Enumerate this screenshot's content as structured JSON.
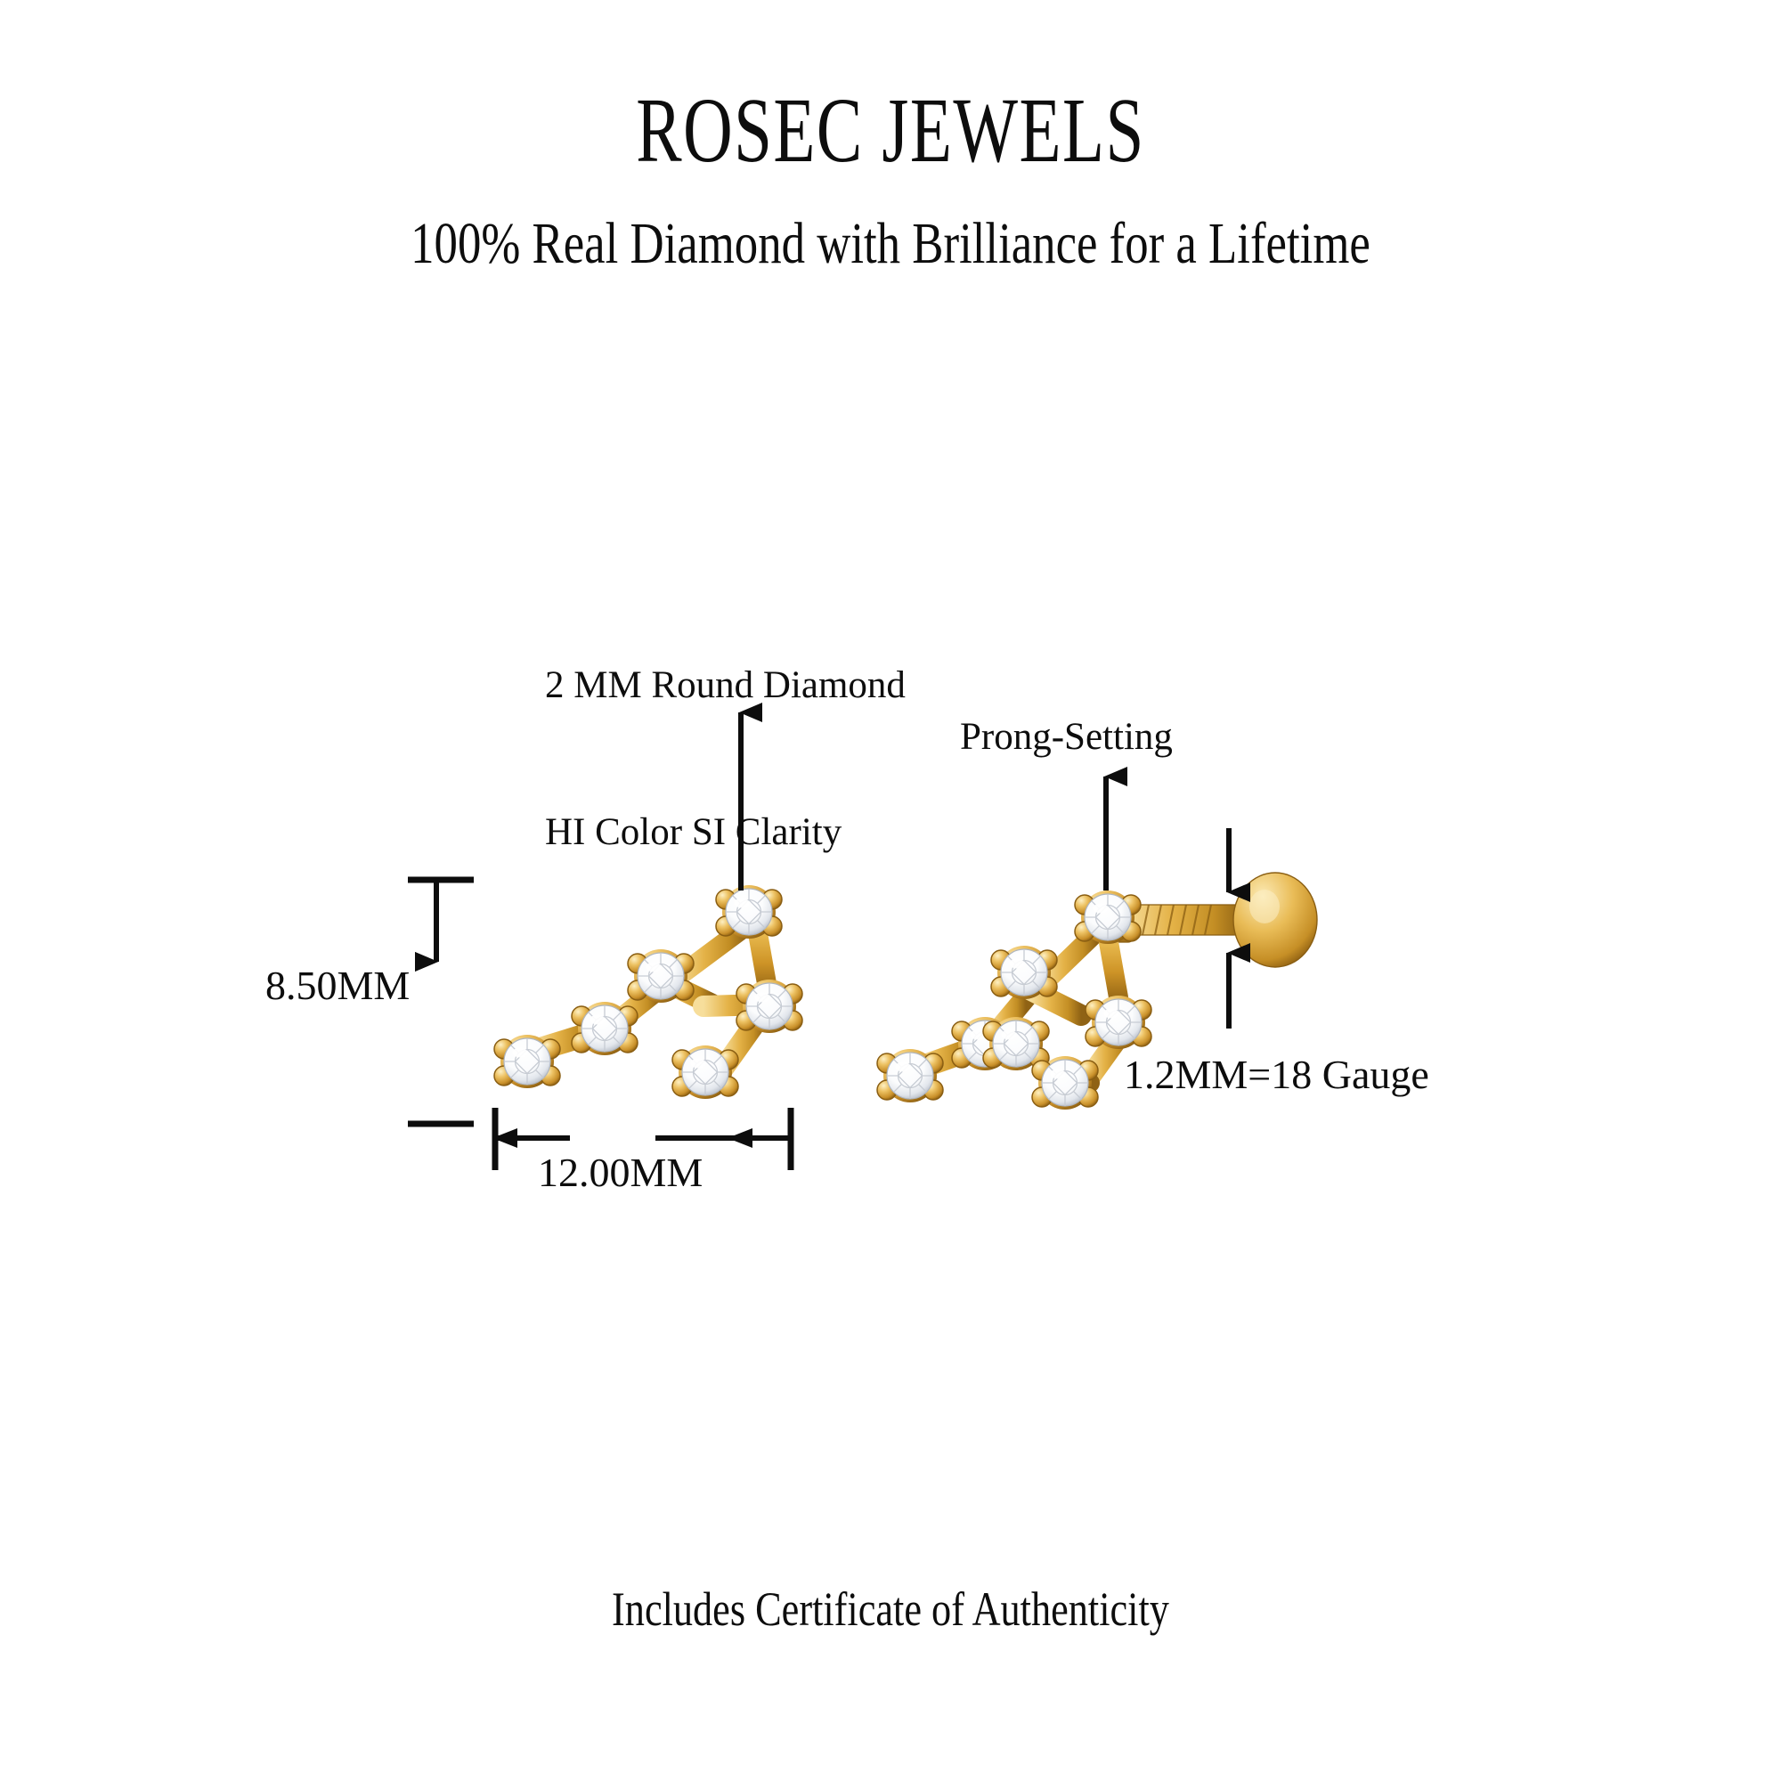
{
  "header": {
    "brand": "ROSEC JEWELS",
    "tagline": "100% Real Diamond with Brilliance for a Lifetime"
  },
  "footer": {
    "note": "Includes Certificate of Authenticity"
  },
  "annotations": {
    "diamond_spec_line1": "2 MM Round Diamond",
    "diamond_spec_line2": "HI Color SI Clarity",
    "prong_setting": "Prong-Setting",
    "gauge": "1.2MM=18 Gauge",
    "height": "8.50MM",
    "width": "12.00MM"
  },
  "colors": {
    "gold_light": "#F6D98A",
    "gold_mid": "#E0A93C",
    "gold_dark": "#B5801F",
    "gold_deep": "#8A5E12",
    "diamond_white": "#FFFFFF",
    "diamond_shadow": "#C9CDD4",
    "ink": "#0D0D0D",
    "background": "#FFFFFF"
  },
  "product": {
    "type": "constellation-stud-earring",
    "left_view": "front",
    "right_view": "three-quarter-with-flatback-post",
    "stone_count": 7,
    "stone_shape": "round-brilliant"
  }
}
